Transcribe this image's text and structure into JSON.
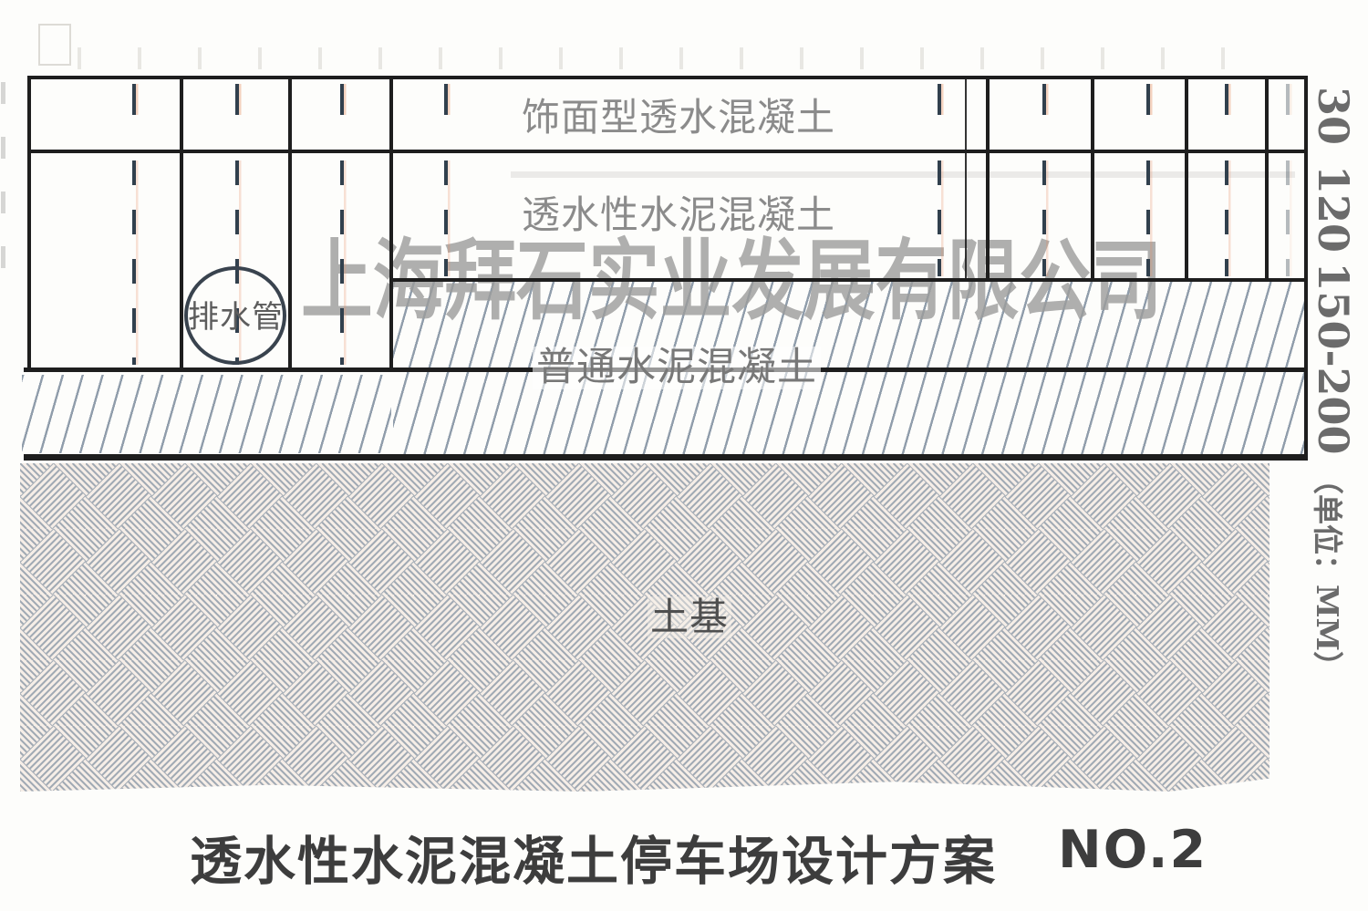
{
  "colors": {
    "line": "#1e1e1e",
    "dash": "#31404d",
    "hatch": "#909dab",
    "weave-bg": "#f6eee7",
    "label-gray": "#8b8b8b",
    "label-dark": "#4f4f4f",
    "dim-gray": "#6b6b6b",
    "watermark-gray": "#9c9c9c",
    "title-color": "#3d3d3d"
  },
  "layers": {
    "surface_label": "饰面型透水混凝土",
    "permeable_label": "透水性水泥混凝土",
    "ordinary_label": "普通水泥混凝土",
    "subgrade_label": "土基"
  },
  "dimensions": {
    "surface": "30",
    "permeable": "120",
    "ordinary": "150-200",
    "unit_note": "（单位：MM）"
  },
  "pipe_label": "排水管",
  "watermark": "上海拜石实业发展有限公司",
  "title": {
    "main": "透水性水泥混凝土停车场设计方案",
    "number": "NO.2"
  }
}
